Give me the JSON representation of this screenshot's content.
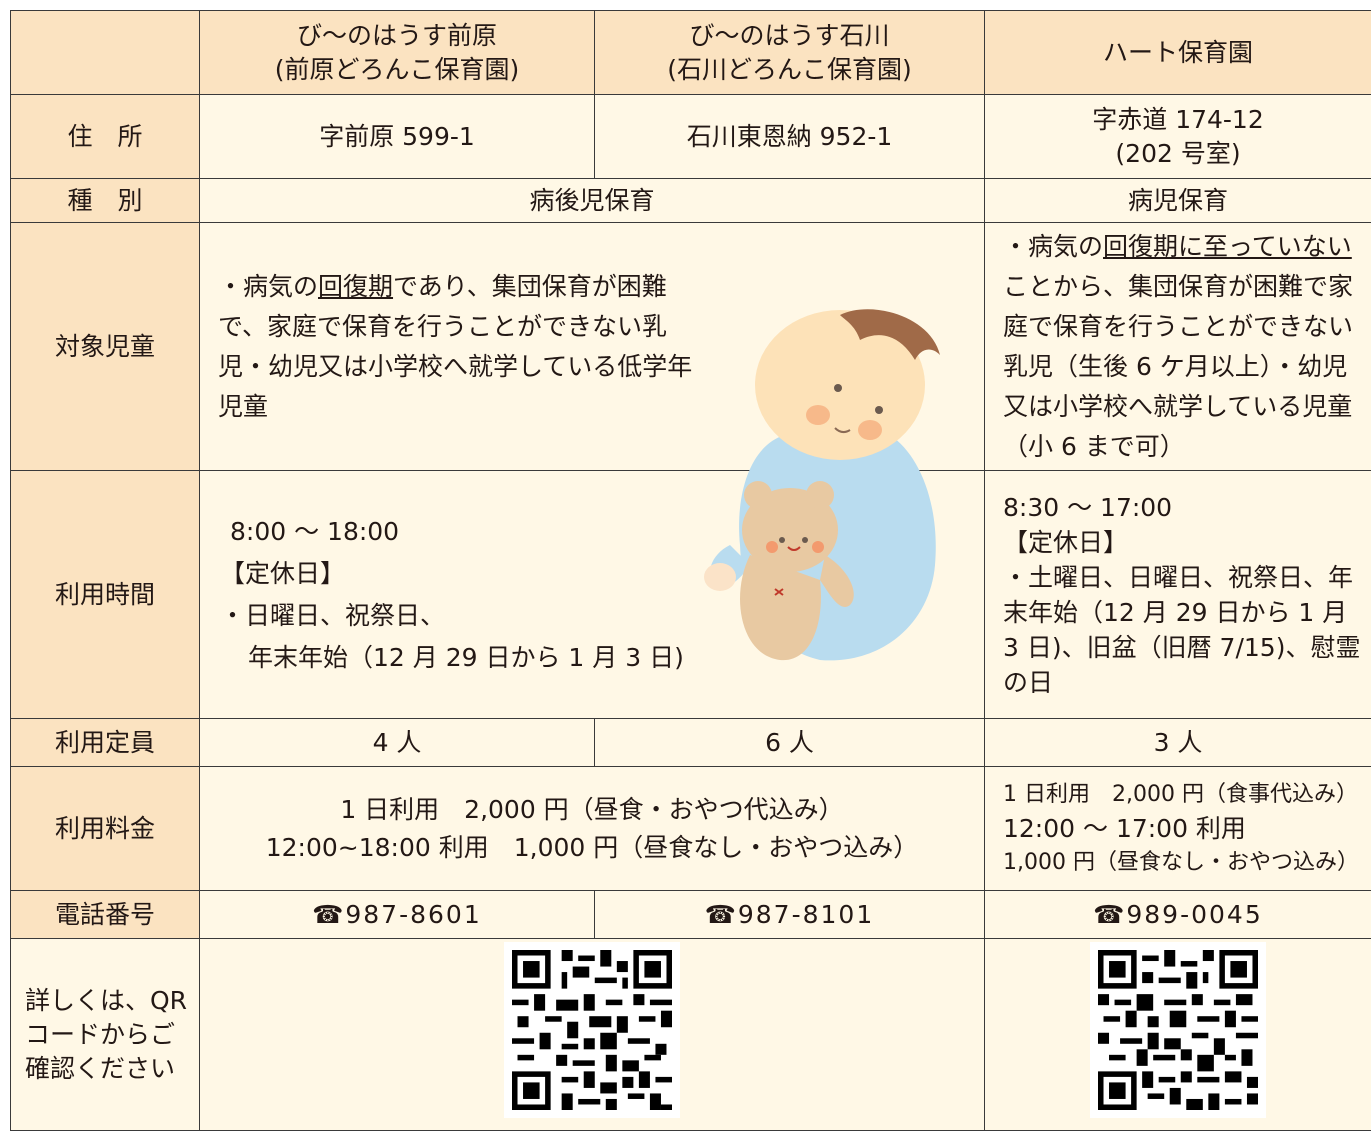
{
  "header": {
    "col1_line1": "び〜のはうす前原",
    "col1_line2": "(前原どろんこ保育園)",
    "col2_line1": "び〜のはうす石川",
    "col2_line2": "(石川どろんこ保育園)",
    "col3": "ハート保育園"
  },
  "rows": {
    "address": {
      "label": "住　所",
      "col1": "字前原 599-1",
      "col2": "石川東恩納 952-1",
      "col3_line1": "字赤道 174-12",
      "col3_line2": "(202 号室)"
    },
    "type": {
      "label": "種　別",
      "col12": "病後児保育",
      "col3": "病児保育"
    },
    "target": {
      "label": "対象児童",
      "col12_p1": "・病気の",
      "col12_u1": "回復期",
      "col12_p2": "であり、集団保育が困難で、家庭で保育を行うことができない乳児・幼児又は小学校へ就学している低学年児童",
      "col3_p1": "・病気の",
      "col3_u1": "回復期に至っていない",
      "col3_p2": "ことから、集団保育が困難で家庭で保育を行うことができない乳児（生後 6 ケ月以上）・幼児又は小学校へ就学している児童（小 6 まで可）"
    },
    "hours": {
      "label": "利用時間",
      "col12_line1": "8:00 ～ 18:00",
      "col12_line2": "【定休日】",
      "col12_line3": "・日曜日、祝祭日、",
      "col12_line4": "年末年始（12 月 29 日から 1 月 3 日)",
      "col3_line1": "8:30 ～ 17:00",
      "col3_line2": "【定休日】",
      "col3_line3": "・土曜日、日曜日、祝祭日、年末年始（12 月 29 日から 1 月 3 日)、旧盆（旧暦 7/15)、慰霊の日"
    },
    "capacity": {
      "label": "利用定員",
      "col1": "4 人",
      "col2": "6 人",
      "col3": "3 人"
    },
    "fee": {
      "label": "利用料金",
      "col12_line1": "1 日利用　2,000 円（昼食・おやつ代込み）",
      "col12_line2": "12:00~18:00 利用　1,000 円（昼食なし・おやつ込み）",
      "col3_line1": "1 日利用　2,000 円（食事代込み）",
      "col3_line2": "12:00 ～ 17:00 利用",
      "col3_line3": "1,000 円（昼食なし・おやつ込み）"
    },
    "phone": {
      "label": "電話番号",
      "col1": "☎987-8601",
      "col2": "☎987-8101",
      "col3": "☎989-0045"
    },
    "details": {
      "label": "詳しくは、QR コードからご確認ください"
    }
  },
  "colors": {
    "label_bg": "#fbe3c1",
    "cell_bg": "#fff8e6",
    "border": "#3a3a3a"
  },
  "icons": [
    "qr-code-icon",
    "baby-illustration"
  ]
}
